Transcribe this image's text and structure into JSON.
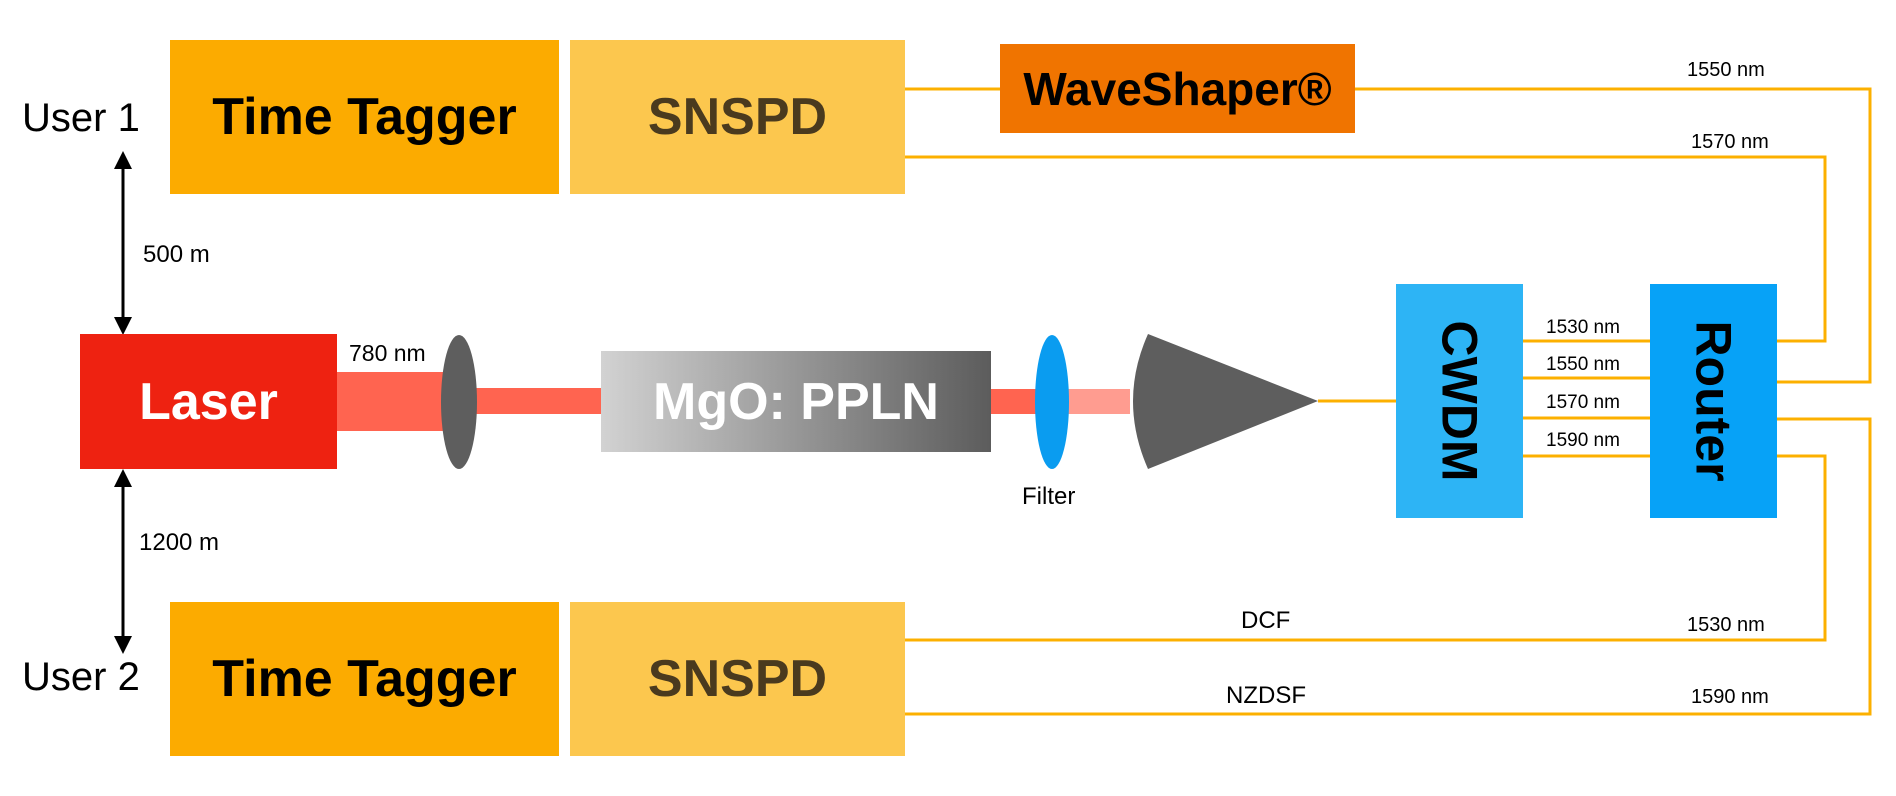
{
  "users": {
    "user1": "User 1",
    "user2": "User 2"
  },
  "distances": {
    "top": "500 m",
    "bottom": "1200 m"
  },
  "components": {
    "time_tagger_top": "Time Tagger",
    "snspd_top": "SNSPD",
    "waveshaper": "WaveShaper®",
    "laser": "Laser",
    "crystal": "MgO: PPLN",
    "filter": "Filter",
    "cwdm": "CWDM",
    "router": "Router",
    "time_tagger_bottom": "Time Tagger",
    "snspd_bottom": "SNSPD"
  },
  "wavelengths": {
    "pump": "780 nm",
    "top_1550": "1550 nm",
    "top_1570": "1570 nm",
    "cwdm_1530": "1530 nm",
    "cwdm_1550": "1550 nm",
    "cwdm_1570": "1570 nm",
    "cwdm_1590": "1590 nm",
    "bottom_1530": "1530 nm",
    "bottom_1590": "1590 nm"
  },
  "fibers": {
    "dcf": "DCF",
    "nzdsf": "NZDSF"
  },
  "colors": {
    "time_tagger": "#FCAB00",
    "snspd": "#FCC74E",
    "snspd_text": "#4A3A1E",
    "waveshaper": "#F07400",
    "laser": "#EE2211",
    "beam": "#FF6450",
    "beam_light": "#FF9C90",
    "lens": "#5E5E5E",
    "filter": "#0A9CF0",
    "cwdm": "#2DB4F5",
    "router": "#07A2F7",
    "fiber": "#FCB000"
  }
}
